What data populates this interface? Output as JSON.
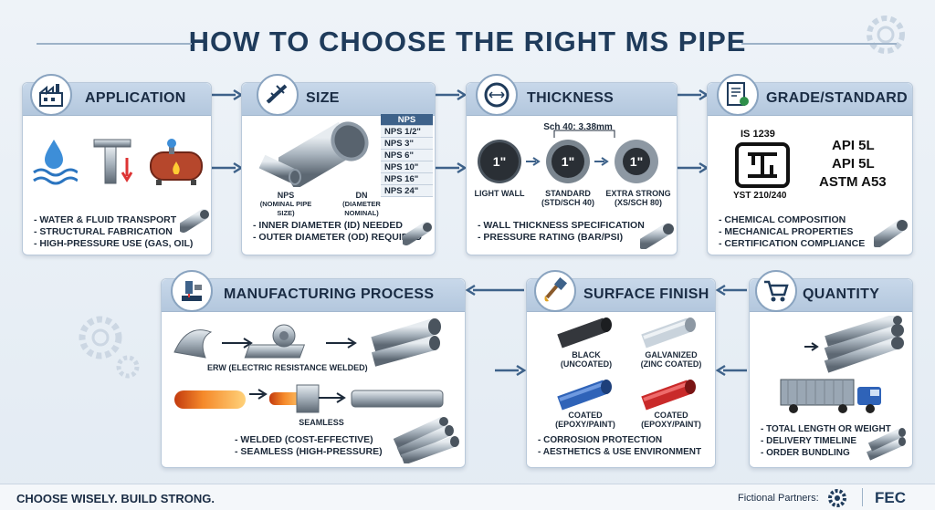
{
  "title": "HOW TO CHOOSE THE RIGHT MS PIPE",
  "application": {
    "title": "APPLICATION",
    "bullets": [
      "- WATER & FLUID TRANSPORT",
      "- STRUCTURAL FABRICATION",
      "- HIGH-PRESSURE USE (GAS, OIL)"
    ]
  },
  "size": {
    "title": "SIZE",
    "nps_label": "NPS",
    "nps_desc": "(NOMINAL PIPE SIZE)",
    "dn_label": "DN",
    "dn_desc": "(DIAMETER NOMINAL)",
    "table": [
      "NPS",
      "NPS 1/2\"",
      "NPS 3\"",
      "NPS 6\"",
      "NPS 10\"",
      "NPS 16\"",
      "NPS 24\""
    ],
    "bullets": [
      "- INNER DIAMETER (ID) NEEDED",
      "- OUTER DIAMETER (OD) REQUIRED"
    ]
  },
  "thickness": {
    "title": "THICKNESS",
    "sch": "Sch 40: 3.38mm",
    "pipe_label": "1\"",
    "walls": [
      {
        "name": "LIGHT WALL",
        "sub": ""
      },
      {
        "name": "STANDARD",
        "sub": "(STD/SCH 40)"
      },
      {
        "name": "EXTRA STRONG",
        "sub": "(XS/SCH 80)"
      }
    ],
    "bullets": [
      "- WALL THICKNESS SPECIFICATION",
      "- PRESSURE RATING (BAR/PSI)"
    ]
  },
  "grade": {
    "title": "GRADE/STANDARD",
    "is_code": "IS 1239",
    "yst": "YST 210/240",
    "standards": [
      "API 5L",
      "API 5L",
      "ASTM A53"
    ],
    "bullets": [
      "- CHEMICAL COMPOSITION",
      "- MECHANICAL PROPERTIES",
      "- CERTIFICATION COMPLIANCE"
    ]
  },
  "manufacturing": {
    "title": "MANUFACTURING PROCESS",
    "erw": "ERW (ELECTRIC RESISTANCE WELDED)",
    "seamless": "SEAMLESS",
    "bullets": [
      "- WELDED (COST-EFFECTIVE)",
      "- SEAMLESS (HIGH-PRESSURE)"
    ]
  },
  "surface": {
    "title": "SURFACE FINISH",
    "finishes": [
      {
        "name": "BLACK",
        "sub": "(UNCOATED)",
        "color": "#3a3d42"
      },
      {
        "name": "GALVANIZED",
        "sub": "(ZINC COATED)",
        "color": "#c9d3dc"
      },
      {
        "name": "COATED",
        "sub": "(EPOXY/PAINT)",
        "color": "#2f63b8"
      },
      {
        "name": "COATED",
        "sub": "(EPOXY/PAINT)",
        "color": "#c92a2a"
      }
    ],
    "bullets": [
      "- CORROSION PROTECTION",
      "- AESTHETICS & USE ENVIRONMENT"
    ]
  },
  "quantity": {
    "title": "QUANTITY",
    "bullets": [
      "- TOTAL LENGTH OR WEIGHT",
      "- DELIVERY TIMELINE",
      "- ORDER BUNDLING"
    ]
  },
  "footer": {
    "slogan": "CHOOSE WISELY. BUILD STRONG.",
    "partners": "Fictional Partners:",
    "logo": "FEC"
  },
  "colors": {
    "navy": "#1f3b5b",
    "header": "#b3c7dd",
    "steel": "#9aa7b4",
    "flame": "#f07a20"
  }
}
